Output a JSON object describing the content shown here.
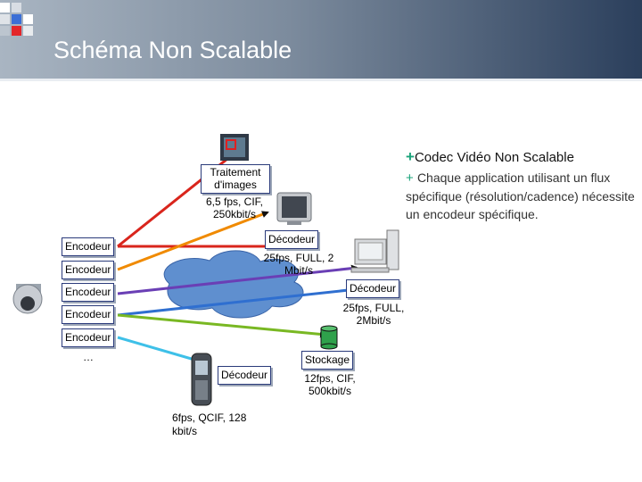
{
  "title": "Schéma Non Scalable",
  "encoders": [
    "Encodeur",
    "Encodeur",
    "Encodeur",
    "Encodeur",
    "Encodeur"
  ],
  "ellipsis": "…",
  "traitement": {
    "label": "Traitement d'images",
    "spec": "6,5 fps, CIF, 250kbit/s"
  },
  "decoder_top": {
    "label": "Décodeur",
    "spec": "25fps, FULL, 2 Mbit/s"
  },
  "decoder_right": {
    "label": "Décodeur",
    "spec": "25fps, FULL, 2Mbit/s"
  },
  "stockage": {
    "label": "Stockage",
    "spec": "12fps, CIF, 500kbit/s"
  },
  "decoder_phone": {
    "label": "Décodeur",
    "spec": "6fps, QCIF, 128 kbit/s"
  },
  "bullets": {
    "main": "Codec Vidéo Non Scalable",
    "sub": "Chaque application utilisant un flux spécifique (résolution/cadence) nécessite un encodeur spécifique."
  },
  "colors": {
    "red": "#d9251c",
    "orange": "#f08a00",
    "purple": "#6a3fb5",
    "blue": "#2f6fd0",
    "green": "#79b823",
    "cyan": "#3ec0e8",
    "cloud": "#5f8fcf"
  },
  "icons": [
    "camera-icon",
    "monitor-icon",
    "computer-icon",
    "phone-icon",
    "storage-icon",
    "image-processing-icon"
  ]
}
